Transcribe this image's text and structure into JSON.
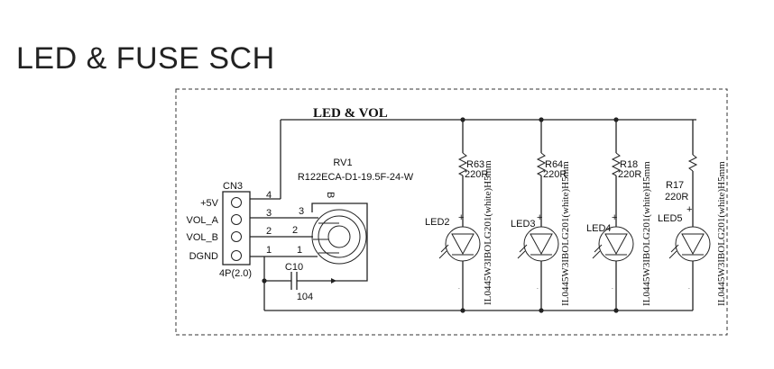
{
  "title": "LED & FUSE SCH",
  "net_label": "LED & VOL",
  "connector": {
    "ref": "CN3",
    "footprint": "4P(2.0)",
    "pins": [
      {
        "name": "+5V",
        "num": "4"
      },
      {
        "name": "VOL_A",
        "num": "3"
      },
      {
        "name": "VOL_B",
        "num": "2"
      },
      {
        "name": "DGND",
        "num": "1"
      }
    ]
  },
  "pot": {
    "ref": "RV1",
    "part": "R122ECA-D1-19.5F-24-W",
    "pin_label": "B",
    "pins": [
      "3",
      "2",
      "1"
    ]
  },
  "capacitor": {
    "ref": "C10",
    "value": "104"
  },
  "resistors": [
    {
      "ref": "R63",
      "value": "220R"
    },
    {
      "ref": "R64",
      "value": "220R"
    },
    {
      "ref": "R18",
      "value": "220R"
    },
    {
      "ref": "R17",
      "value": "220R"
    }
  ],
  "leds": [
    {
      "ref": "LED2",
      "part": "IL0445W3IBOLG201(white)H5mm"
    },
    {
      "ref": "LED3",
      "part": "IL0445W3IBOLG201(white)H5mm"
    },
    {
      "ref": "LED4",
      "part": "IL0445W3IBOLG201(white)H5mm"
    },
    {
      "ref": "LED5",
      "part": "IL0445W3IBOLG201(white)H5mm"
    }
  ],
  "polarity": {
    "plus": "+",
    "minus": "-"
  }
}
